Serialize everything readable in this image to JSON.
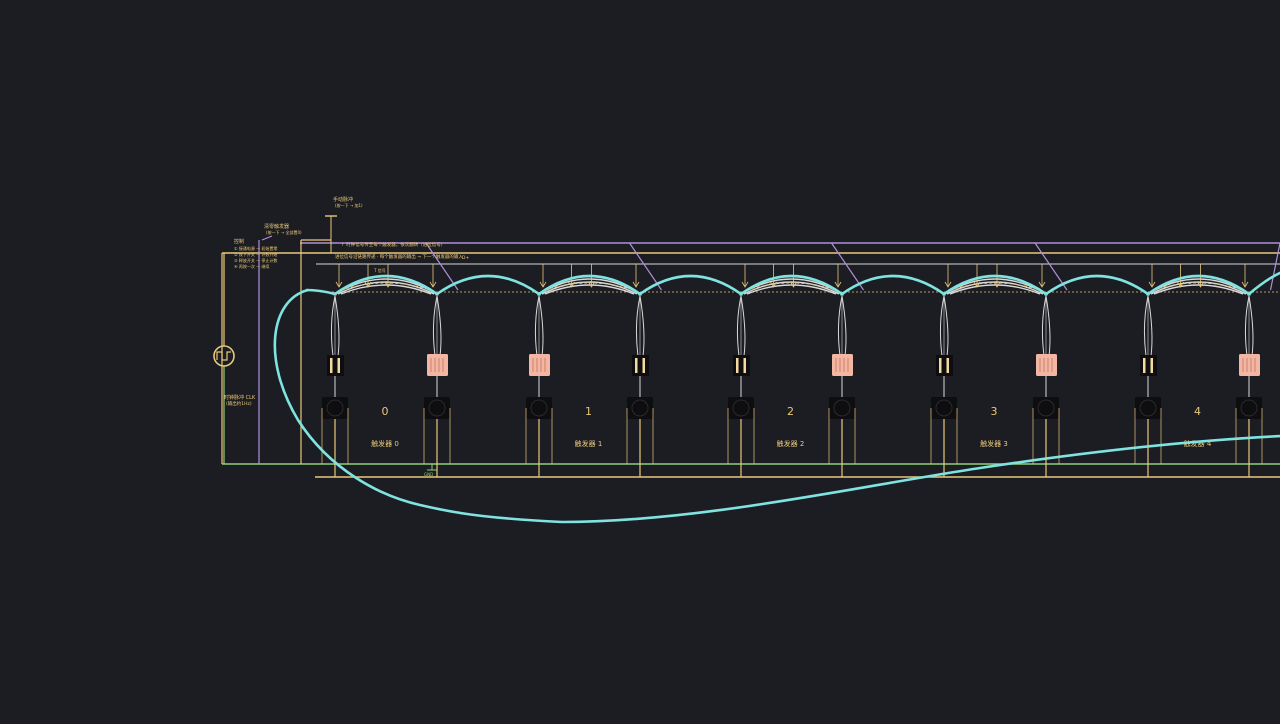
{
  "colors": {
    "background": "#1c1d22",
    "rail_yellow": "#e8c87a",
    "rail_purple": "#b08fd8",
    "rail_green": "#8fcf7a",
    "wire_cyan": "#7fe3e0",
    "wire_white": "#d9d9d9",
    "coil_pink": "#f2b6a2",
    "module_black": "#0e0e10",
    "dot_red": "#e05050",
    "dot_green": "#49c27a"
  },
  "labels": {
    "clock_label_1": "时钟脉冲 CLK",
    "clock_label_2": "(输出约1Hz)",
    "control_title": "控制",
    "control_lines": [
      "① 接通电源 一 初始置零",
      "② 按下开关 一 计数开始",
      "③ 释放开关 一 停止计数",
      "④ 再按一次 一 继续"
    ],
    "reset_switch_title": "清零触发器",
    "reset_switch_sub": "(按一下 → 全部置0)",
    "pulse_switch_title": "手动脉冲",
    "pulse_switch_sub": "(按一下 → 加1)",
    "bus_note_1": "↑ 时钟信号传至每个触发器，依次翻转（进位信号）",
    "bus_note_2": "进位信号沿链路传递 · 每个触发器的输出 → 下一个触发器的输入",
    "bus_tag": "D+",
    "bus_tag_left": "T 信号",
    "ground_label": "GND"
  },
  "stages": [
    {
      "digit": "0",
      "name": "触发器 0"
    },
    {
      "digit": "1",
      "name": "触发器 1"
    },
    {
      "digit": "2",
      "name": "触发器 2"
    },
    {
      "digit": "3",
      "name": "触发器 3"
    },
    {
      "digit": "4",
      "name": "触发器 4"
    }
  ]
}
